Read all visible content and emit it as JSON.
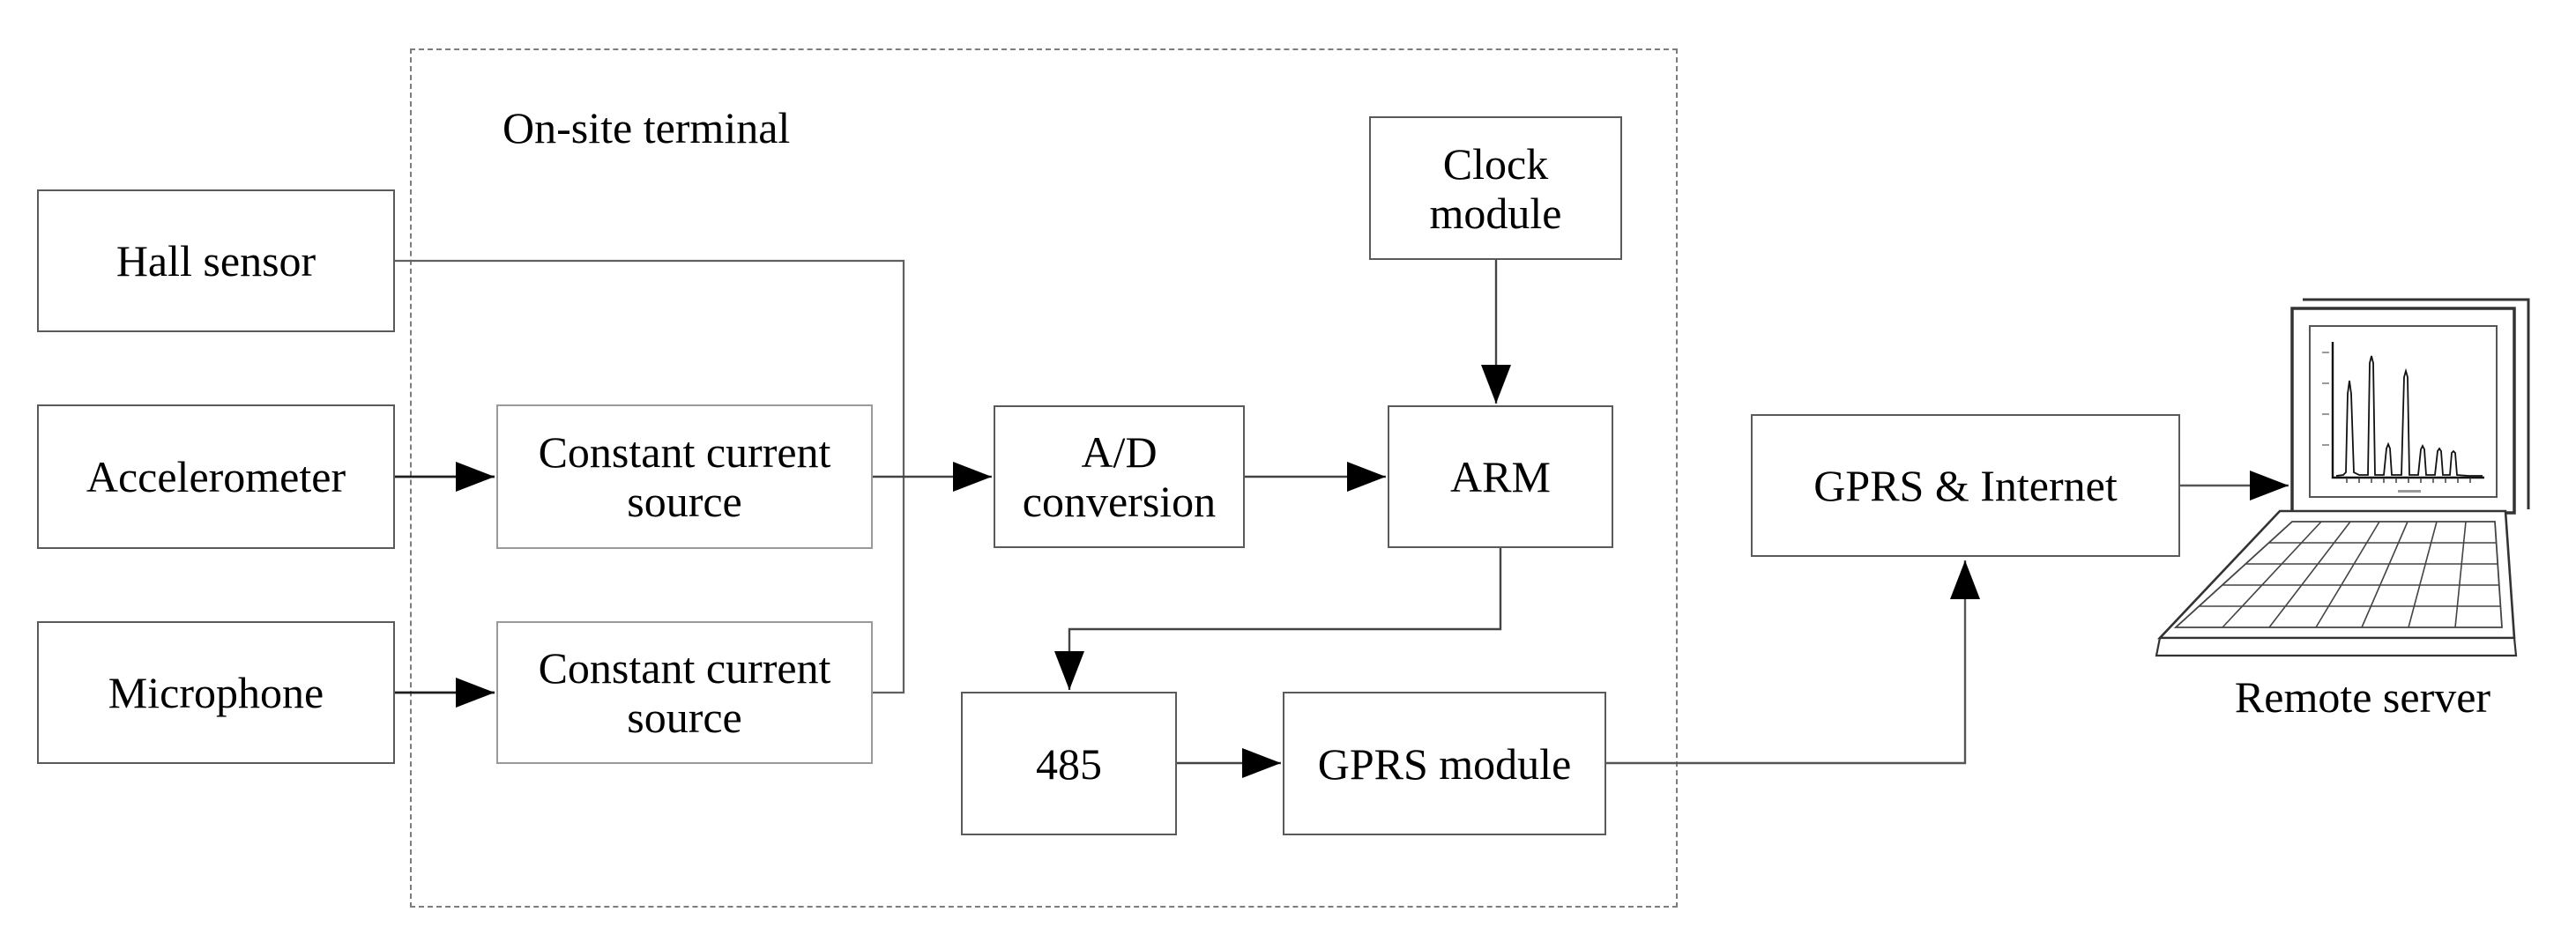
{
  "figure": {
    "onsite_terminal_label": "On-site terminal",
    "nodes": {
      "hall_sensor": "Hall sensor",
      "accelerometer": "Accelerometer",
      "microphone": "Microphone",
      "constant_current_source_1": "Constant current source",
      "constant_current_source_2": "Constant current source",
      "ad_conversion": "A/D conversion",
      "clock_module": "Clock module",
      "arm": "ARM",
      "rs485": "485",
      "gprs_module": "GPRS module",
      "gprs_internet": "GPRS & Internet"
    },
    "remote_server_label": "Remote server",
    "icons": {
      "laptop": "laptop-icon",
      "laptop_screen": "spectrum-chart-icon",
      "laptop_keyboard": "keyboard-grid-icon"
    },
    "colors": {
      "background": "#ffffff",
      "box_border": "#5a5a5a",
      "box_border_light": "#9a9a9a",
      "dashed_border": "#7d7d7d",
      "connector": "#444444",
      "connector_plain": "#606060",
      "arrowhead": "#000000",
      "text": "#000000"
    }
  }
}
